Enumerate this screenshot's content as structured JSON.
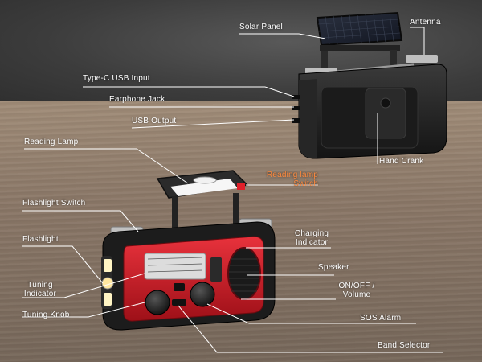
{
  "colors": {
    "label_text": "#ffffff",
    "label_highlight": "#ff8a3d",
    "radio_red": "#d21f2a",
    "radio_black": "#1e1e1e"
  },
  "labels": {
    "solar_panel": "Solar Panel",
    "antenna": "Antenna",
    "type_c_usb_input": "Type-C USB Input",
    "earphone_jack": "Earphone Jack",
    "usb_output": "USB Output",
    "hand_crank": "Hand Crank",
    "reading_lamp": "Reading Lamp",
    "reading_lamp_switch_line1": "Reading lamp",
    "reading_lamp_switch_line2": "Switch",
    "flashlight_switch": "Flashlight Switch",
    "flashlight": "Flashlight",
    "charging_indicator_line1": "Charging",
    "charging_indicator_line2": "Indicator",
    "speaker": "Speaker",
    "tuning_indicator_line1": "Tuning",
    "tuning_indicator_line2": "Indicator",
    "on_off_volume_line1": "ON/OFF /",
    "on_off_volume_line2": "Volume",
    "tuning_knob": "Tuning Knob",
    "sos_alarm": "SOS Alarm",
    "band_selector": "Band Selector"
  }
}
